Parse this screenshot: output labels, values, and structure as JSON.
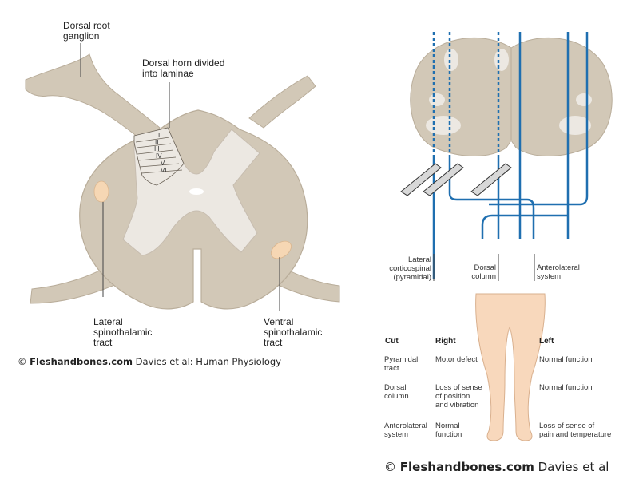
{
  "left_figure": {
    "labels": {
      "dorsal_root_ganglion": "Dorsal root\nganglion",
      "dorsal_horn": "Dorsal horn divided\ninto laminae",
      "lateral_spinothalamic": "Lateral\nspinothalamic\ntract",
      "ventral_spinothalamic": "Ventral\nspinothalamic\ntract"
    },
    "laminae": [
      "I",
      "II",
      "III",
      "IV",
      "V",
      "VI"
    ],
    "credit_symbol": "©",
    "credit_site": "Fleshandbones.com",
    "credit_text": "Davies et al: Human Physiology"
  },
  "right_figure": {
    "labels": {
      "lateral_corticospinal": "Lateral\ncorticospinal\n(pyramidal)",
      "dorsal_column": "Dorsal\ncolumn",
      "anterolateral": "Anterolateral\nsystem"
    },
    "table": {
      "headers": [
        "Cut",
        "Right",
        "Left"
      ],
      "rows": [
        {
          "cut": "Pyramidal\ntract",
          "right": "Motor defect",
          "left": "Normal function"
        },
        {
          "cut": "Dorsal\ncolumn",
          "right": "Loss of sense\nof position\nand vibration",
          "left": "Normal function"
        },
        {
          "cut": "Anterolateral\nsystem",
          "right": "Normal\nfunction",
          "left": "Loss of sense of\npain and temperature"
        }
      ]
    },
    "credit_symbol": "©",
    "credit_site": "Fleshandbones.com",
    "credit_text": "Davies et al"
  },
  "colors": {
    "white_matter": "#d2c8b7",
    "grey_matter": "#ece8e2",
    "tract_highlight": "#f6d7b4",
    "pathway_blue": "#1f6fb0",
    "skin": "#f8d8bc"
  }
}
